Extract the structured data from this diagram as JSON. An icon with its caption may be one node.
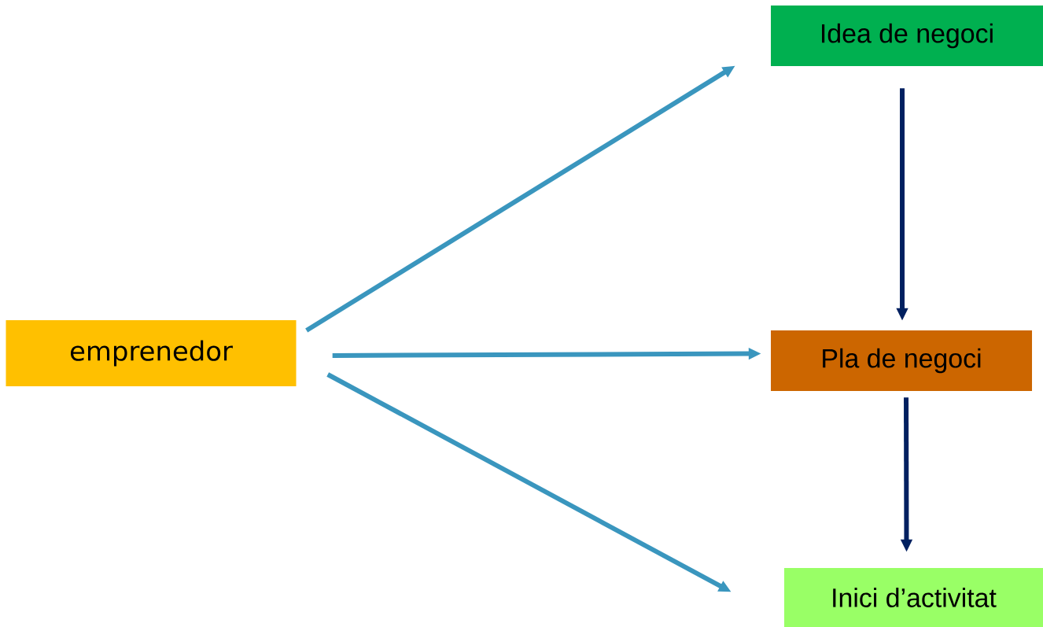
{
  "diagram": {
    "nodes": [
      {
        "text": [
          "emprenedor"
        ]
      },
      {
        "text": [
          "Idea de negoci"
        ]
      },
      {
        "text": [
          "Pla de negoci"
        ]
      },
      {
        "text": [
          "Inici d’activitat"
        ]
      }
    ],
    "edges": [
      {
        "from": 0,
        "to": 1,
        "arrow": "to"
      },
      {
        "from": 0,
        "to": 2,
        "arrow": "to"
      },
      {
        "from": 0,
        "to": 3,
        "arrow": "to"
      },
      {
        "from": 1,
        "to": 2,
        "arrow": "to",
        "color": "#002060"
      },
      {
        "from": 2,
        "to": 3,
        "arrow": "to",
        "color": "#002060"
      }
    ]
  }
}
